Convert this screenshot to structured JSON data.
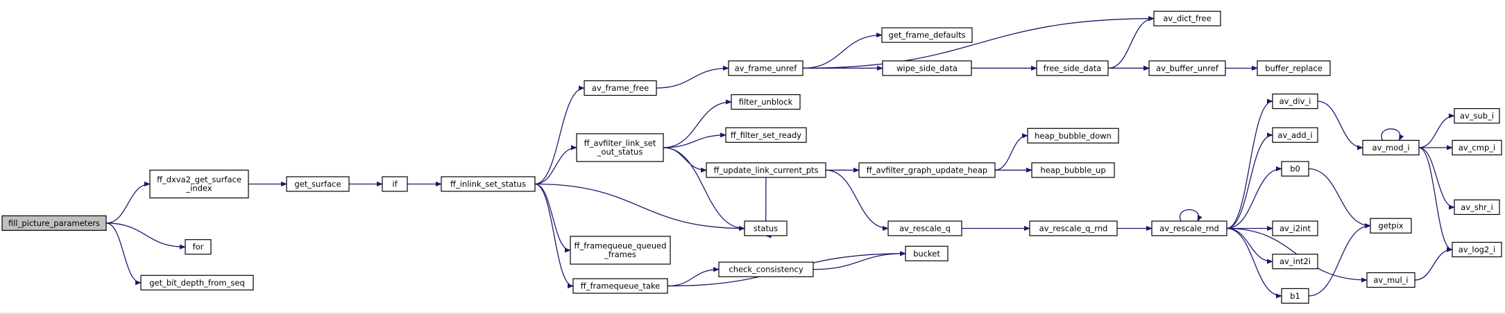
{
  "colors": {
    "edge": "#191970",
    "node_border": "#000000",
    "root_fill": "#bfbfbf",
    "node_fill": "#ffffff"
  },
  "nodes": [
    {
      "id": "fill_picture_parameters",
      "lines": [
        "fill_picture_parameters"
      ],
      "root": true
    },
    {
      "id": "ff_dxva2_get_surface_index",
      "lines": [
        "ff_dxva2_get_surface",
        "_index"
      ]
    },
    {
      "id": "for",
      "lines": [
        "for"
      ]
    },
    {
      "id": "get_bit_depth_from_seq",
      "lines": [
        "get_bit_depth_from_seq"
      ]
    },
    {
      "id": "get_surface",
      "lines": [
        "get_surface"
      ]
    },
    {
      "id": "if",
      "lines": [
        "if"
      ]
    },
    {
      "id": "ff_inlink_set_status",
      "lines": [
        "ff_inlink_set_status"
      ]
    },
    {
      "id": "av_frame_free",
      "lines": [
        "av_frame_free"
      ]
    },
    {
      "id": "ff_avfilter_link_set_out_status",
      "lines": [
        "ff_avfilter_link_set",
        "_out_status"
      ]
    },
    {
      "id": "ff_framequeue_queued_frames",
      "lines": [
        "ff_framequeue_queued",
        "_frames"
      ]
    },
    {
      "id": "ff_framequeue_take",
      "lines": [
        "ff_framequeue_take"
      ]
    },
    {
      "id": "status",
      "lines": [
        "status"
      ]
    },
    {
      "id": "av_frame_unref",
      "lines": [
        "av_frame_unref"
      ]
    },
    {
      "id": "filter_unblock",
      "lines": [
        "filter_unblock"
      ]
    },
    {
      "id": "ff_filter_set_ready",
      "lines": [
        "ff_filter_set_ready"
      ]
    },
    {
      "id": "ff_update_link_current_pts",
      "lines": [
        "ff_update_link_current_pts"
      ]
    },
    {
      "id": "check_consistency",
      "lines": [
        "check_consistency"
      ]
    },
    {
      "id": "bucket",
      "lines": [
        "bucket"
      ]
    },
    {
      "id": "get_frame_defaults",
      "lines": [
        "get_frame_defaults"
      ]
    },
    {
      "id": "wipe_side_data",
      "lines": [
        "wipe_side_data"
      ]
    },
    {
      "id": "free_side_data",
      "lines": [
        "free_side_data"
      ]
    },
    {
      "id": "av_dict_free",
      "lines": [
        "av_dict_free"
      ]
    },
    {
      "id": "av_buffer_unref",
      "lines": [
        "av_buffer_unref"
      ]
    },
    {
      "id": "buffer_replace",
      "lines": [
        "buffer_replace"
      ]
    },
    {
      "id": "ff_avfilter_graph_update_heap",
      "lines": [
        "ff_avfilter_graph_update_heap"
      ]
    },
    {
      "id": "heap_bubble_down",
      "lines": [
        "heap_bubble_down"
      ]
    },
    {
      "id": "heap_bubble_up",
      "lines": [
        "heap_bubble_up"
      ]
    },
    {
      "id": "av_rescale_q",
      "lines": [
        "av_rescale_q"
      ]
    },
    {
      "id": "av_rescale_q_rnd",
      "lines": [
        "av_rescale_q_rnd"
      ]
    },
    {
      "id": "av_rescale_rnd",
      "lines": [
        "av_rescale_rnd"
      ]
    },
    {
      "id": "av_div_i",
      "lines": [
        "av_div_i"
      ]
    },
    {
      "id": "av_add_i",
      "lines": [
        "av_add_i"
      ]
    },
    {
      "id": "b0",
      "lines": [
        "b0"
      ]
    },
    {
      "id": "av_i2int",
      "lines": [
        "av_i2int"
      ]
    },
    {
      "id": "av_int2i",
      "lines": [
        "av_int2i"
      ]
    },
    {
      "id": "b1",
      "lines": [
        "b1"
      ]
    },
    {
      "id": "av_mul_i",
      "lines": [
        "av_mul_i"
      ]
    },
    {
      "id": "av_mod_i",
      "lines": [
        "av_mod_i"
      ]
    },
    {
      "id": "getpix",
      "lines": [
        "getpix"
      ]
    },
    {
      "id": "av_sub_i",
      "lines": [
        "av_sub_i"
      ]
    },
    {
      "id": "av_cmp_i",
      "lines": [
        "av_cmp_i"
      ]
    },
    {
      "id": "av_shr_i",
      "lines": [
        "av_shr_i"
      ]
    },
    {
      "id": "av_log2_i",
      "lines": [
        "av_log2_i"
      ]
    }
  ],
  "edges": [
    [
      "fill_picture_parameters",
      "ff_dxva2_get_surface_index"
    ],
    [
      "fill_picture_parameters",
      "for"
    ],
    [
      "fill_picture_parameters",
      "get_bit_depth_from_seq"
    ],
    [
      "ff_dxva2_get_surface_index",
      "get_surface"
    ],
    [
      "get_surface",
      "if"
    ],
    [
      "if",
      "ff_inlink_set_status"
    ],
    [
      "ff_inlink_set_status",
      "av_frame_free"
    ],
    [
      "ff_inlink_set_status",
      "ff_avfilter_link_set_out_status"
    ],
    [
      "ff_inlink_set_status",
      "status"
    ],
    [
      "ff_inlink_set_status",
      "ff_framequeue_queued_frames"
    ],
    [
      "ff_inlink_set_status",
      "ff_framequeue_take"
    ],
    [
      "av_frame_free",
      "av_frame_unref"
    ],
    [
      "ff_avfilter_link_set_out_status",
      "filter_unblock"
    ],
    [
      "ff_avfilter_link_set_out_status",
      "ff_filter_set_ready"
    ],
    [
      "ff_avfilter_link_set_out_status",
      "ff_update_link_current_pts"
    ],
    [
      "ff_avfilter_link_set_out_status",
      "status"
    ],
    [
      "ff_framequeue_take",
      "bucket"
    ],
    [
      "ff_framequeue_take",
      "check_consistency"
    ],
    [
      "check_consistency",
      "bucket"
    ],
    [
      "av_frame_unref",
      "av_dict_free"
    ],
    [
      "av_frame_unref",
      "get_frame_defaults"
    ],
    [
      "av_frame_unref",
      "wipe_side_data"
    ],
    [
      "av_frame_unref",
      "av_buffer_unref"
    ],
    [
      "wipe_side_data",
      "free_side_data"
    ],
    [
      "free_side_data",
      "av_dict_free"
    ],
    [
      "free_side_data",
      "av_buffer_unref"
    ],
    [
      "av_buffer_unref",
      "buffer_replace"
    ],
    [
      "ff_update_link_current_pts",
      "ff_avfilter_graph_update_heap"
    ],
    [
      "ff_update_link_current_pts",
      "av_rescale_q"
    ],
    [
      "ff_update_link_current_pts",
      "status"
    ],
    [
      "ff_avfilter_graph_update_heap",
      "heap_bubble_down"
    ],
    [
      "ff_avfilter_graph_update_heap",
      "heap_bubble_up"
    ],
    [
      "av_rescale_q",
      "av_rescale_q_rnd"
    ],
    [
      "av_rescale_q_rnd",
      "av_rescale_rnd"
    ],
    [
      "av_rescale_rnd",
      "av_rescale_rnd"
    ],
    [
      "av_rescale_rnd",
      "av_div_i"
    ],
    [
      "av_rescale_rnd",
      "av_add_i"
    ],
    [
      "av_rescale_rnd",
      "b0"
    ],
    [
      "av_rescale_rnd",
      "av_i2int"
    ],
    [
      "av_rescale_rnd",
      "av_int2i"
    ],
    [
      "av_rescale_rnd",
      "b1"
    ],
    [
      "av_rescale_rnd",
      "av_mul_i"
    ],
    [
      "av_div_i",
      "av_mod_i"
    ],
    [
      "av_mod_i",
      "av_mod_i"
    ],
    [
      "av_mod_i",
      "av_sub_i"
    ],
    [
      "av_mod_i",
      "av_cmp_i"
    ],
    [
      "av_mod_i",
      "av_shr_i"
    ],
    [
      "av_mod_i",
      "av_log2_i"
    ],
    [
      "b0",
      "getpix"
    ],
    [
      "b1",
      "getpix"
    ],
    [
      "av_mul_i",
      "av_log2_i"
    ]
  ]
}
